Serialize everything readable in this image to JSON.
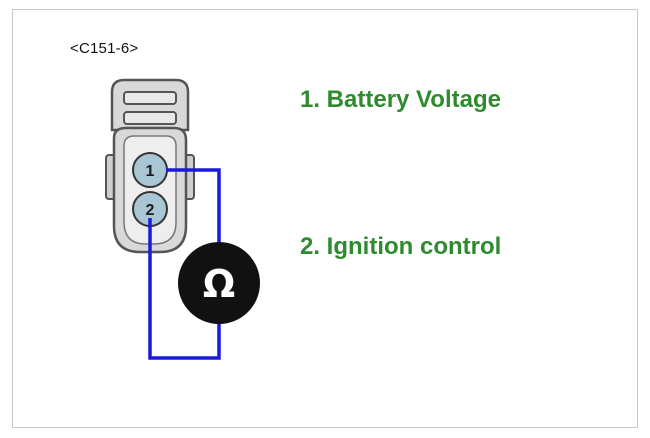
{
  "connector": {
    "label": "<C151-6>"
  },
  "pins": [
    {
      "number": "1",
      "description": "1. Battery Voltage"
    },
    {
      "number": "2",
      "description": "2. Ignition control"
    }
  ],
  "meter": {
    "symbol": "Ω",
    "icon": "ohmmeter-icon"
  },
  "colors": {
    "description_text": "#2e8b2e",
    "wire": "#1a1adb",
    "pin_fill": "#a9c6d4",
    "connector_body": "#d9d9d9",
    "connector_outline": "#555555",
    "meter_fill": "#111111"
  }
}
